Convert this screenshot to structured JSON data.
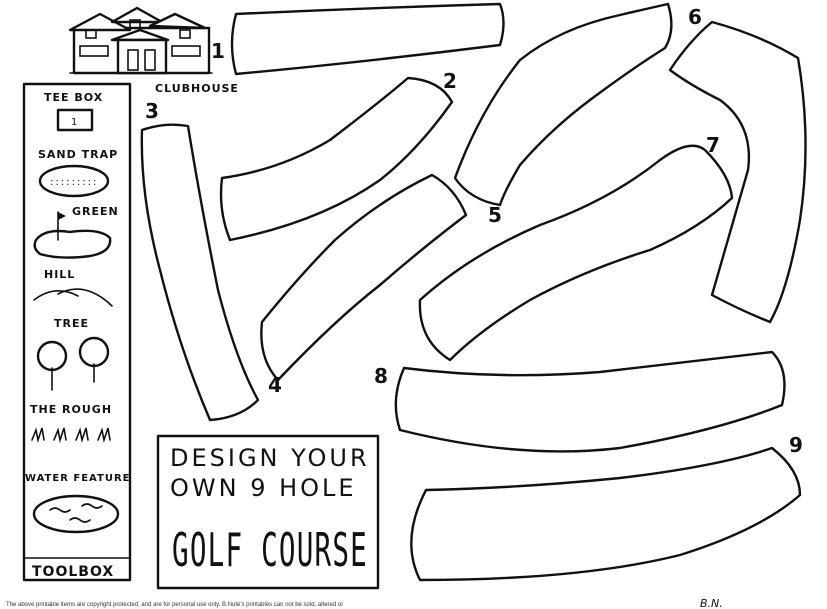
{
  "clubhouse": {
    "label": "CLUBHOUSE"
  },
  "holes": [
    {
      "number": "1"
    },
    {
      "number": "2"
    },
    {
      "number": "3"
    },
    {
      "number": "4"
    },
    {
      "number": "5"
    },
    {
      "number": "6"
    },
    {
      "number": "7"
    },
    {
      "number": "8"
    },
    {
      "number": "9"
    }
  ],
  "toolbox": {
    "title": "TOOLBOX",
    "items": [
      {
        "label": "TEE BOX",
        "icon": "tee-box-icon",
        "marker": "1"
      },
      {
        "label": "SAND TRAP",
        "icon": "sand-trap-icon"
      },
      {
        "label": "GREEN",
        "icon": "green-flag-icon"
      },
      {
        "label": "HILL",
        "icon": "hill-icon"
      },
      {
        "label": "TREE",
        "icon": "tree-icon"
      },
      {
        "label": "THE ROUGH",
        "icon": "rough-grass-icon"
      },
      {
        "label": "WATER FEATURE",
        "icon": "water-feature-icon"
      }
    ]
  },
  "title_box": {
    "line1": "DESIGN YOUR",
    "line2": "OWN 9 HOLE",
    "line3": "GOLF COURSE"
  },
  "footer": {
    "copyright": "The above printable items are copyright protected, and are for personal use only. B.Nute's printables can not be sold, altered or",
    "signature": "B.N."
  }
}
